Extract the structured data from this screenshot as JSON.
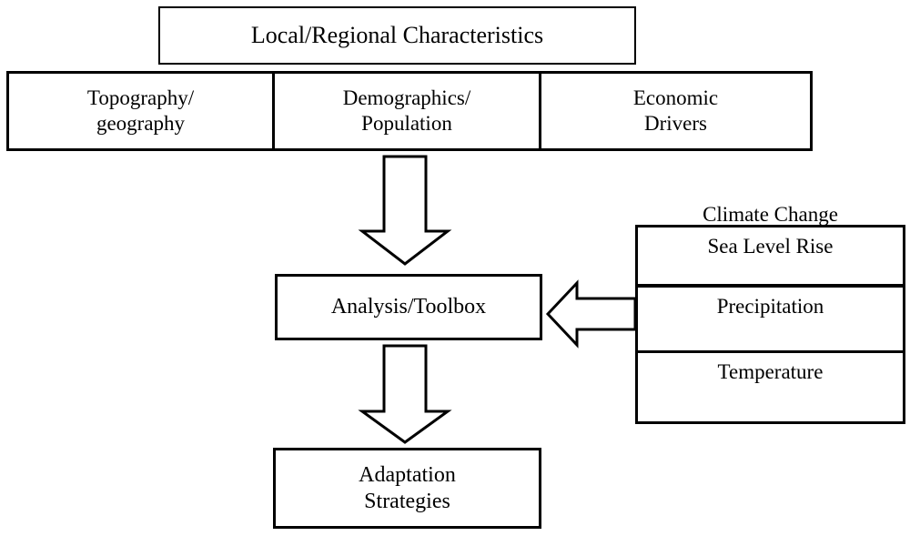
{
  "diagram": {
    "title_box": {
      "name": "local-regional-characteristics",
      "label": "Local/Regional Characteristics"
    },
    "characteristics_row": {
      "name": "local-regional-characteristics-row",
      "cells": [
        {
          "name": "topography-geography",
          "label": "Topography/\ngeography"
        },
        {
          "name": "demographics-population",
          "label": "Demographics/\nPopulation"
        },
        {
          "name": "economic-drivers",
          "label": "Economic\nDrivers"
        }
      ]
    },
    "analysis_box": {
      "name": "analysis-toolbox",
      "label": "Analysis/Toolbox"
    },
    "adaptation_box": {
      "name": "adaptation-strategies",
      "label": "Adaptation\nStrategies"
    },
    "climate_change": {
      "name": "climate-change",
      "label": "Climate Change",
      "cells": [
        {
          "name": "sea-level-rise",
          "label": "Sea Level Rise"
        },
        {
          "name": "precipitation",
          "label": "Precipitation"
        },
        {
          "name": "temperature",
          "label": "Temperature"
        }
      ]
    },
    "arrows": [
      {
        "name": "arrow-characteristics-to-analysis",
        "direction": "down"
      },
      {
        "name": "arrow-analysis-to-adaptation",
        "direction": "down"
      },
      {
        "name": "arrow-climate-to-analysis",
        "direction": "left"
      }
    ],
    "colors": {
      "stroke": "#000000",
      "fill": "#ffffff",
      "background": "#ffffff"
    }
  }
}
